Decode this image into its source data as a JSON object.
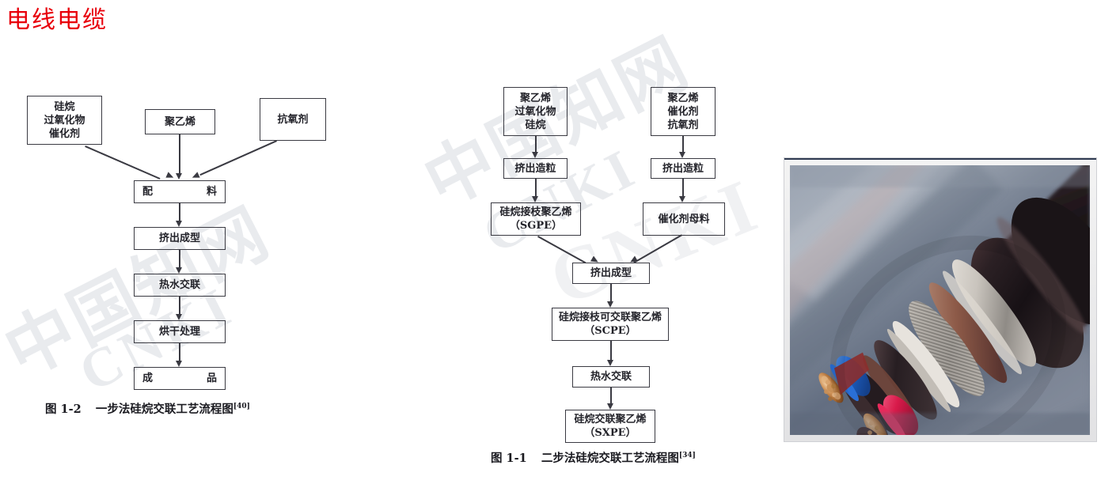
{
  "page": {
    "heading": "电线电缆",
    "watermarks": [
      {
        "text": "中国知网",
        "kind": "cn"
      },
      {
        "text": "CNKI",
        "kind": "en"
      },
      {
        "text": "中国知网",
        "kind": "cn"
      },
      {
        "text": "CNKI",
        "kind": "en"
      },
      {
        "text": "CNKI",
        "kind": "en"
      }
    ]
  },
  "figure_left": {
    "caption_label": "图 1-2",
    "caption_text": "一步法硅烷交联工艺流程图",
    "caption_ref": "[40]",
    "nodes": [
      {
        "id": "inputs-silane",
        "lines": [
          "硅烷",
          "过氧化物",
          "催化剂"
        ]
      },
      {
        "id": "inputs-pe",
        "lines": [
          "聚乙烯"
        ]
      },
      {
        "id": "inputs-antioxidant",
        "lines": [
          "抗氧剂"
        ]
      },
      {
        "id": "compounding",
        "lines": [
          "配　　料"
        ]
      },
      {
        "id": "extrusion",
        "lines": [
          "挤出成型"
        ]
      },
      {
        "id": "hot-water-crosslink",
        "lines": [
          "热水交联"
        ]
      },
      {
        "id": "drying",
        "lines": [
          "烘干处理"
        ]
      },
      {
        "id": "finished",
        "lines": [
          "成　　品"
        ]
      }
    ]
  },
  "figure_middle": {
    "caption_label": "图 1-1",
    "caption_text": "二步法硅烷交联工艺流程图",
    "caption_ref": "[34]",
    "nodes": [
      {
        "id": "left-inputs",
        "lines": [
          "聚乙烯",
          "过氧化物",
          "硅烷"
        ]
      },
      {
        "id": "left-pelletizing",
        "lines": [
          "挤出造粒"
        ]
      },
      {
        "id": "sgpe",
        "lines": [
          "硅烷接枝聚乙烯",
          "（SGPE）"
        ]
      },
      {
        "id": "right-inputs",
        "lines": [
          "聚乙烯",
          "催化剂",
          "抗氧剂"
        ]
      },
      {
        "id": "right-pelletizing",
        "lines": [
          "挤出造粒"
        ]
      },
      {
        "id": "catalyst-masterbatch",
        "lines": [
          "催化剂母料"
        ]
      },
      {
        "id": "extrusion",
        "lines": [
          "挤出成型"
        ]
      },
      {
        "id": "scpe",
        "lines": [
          "硅烷接枝可交联聚乙烯",
          "（SCPE）"
        ]
      },
      {
        "id": "hot-water-crosslink",
        "lines": [
          "热水交联"
        ]
      },
      {
        "id": "sxpe",
        "lines": [
          "硅烷交联聚乙烯",
          "（SXPE）"
        ]
      }
    ]
  },
  "cable_photo": {
    "alt": "多芯铠装电力电缆剖面照片",
    "colors": {
      "background_top": "#a8b0bd",
      "background_bottom": "#5d6878",
      "jacket": "#241c1e",
      "armor_steel": "#b9b4ae",
      "bedding_brown": "#7b4a3a",
      "copper": "#c3874c",
      "insulation_blue": "#1f63c9",
      "insulation_red": "#d81a4a",
      "frame": "#eceded"
    }
  },
  "colors": {
    "heading_red": "#e8000b",
    "line": "#3a3a42",
    "text": "#23232a",
    "watermark": "#e9ebee"
  }
}
